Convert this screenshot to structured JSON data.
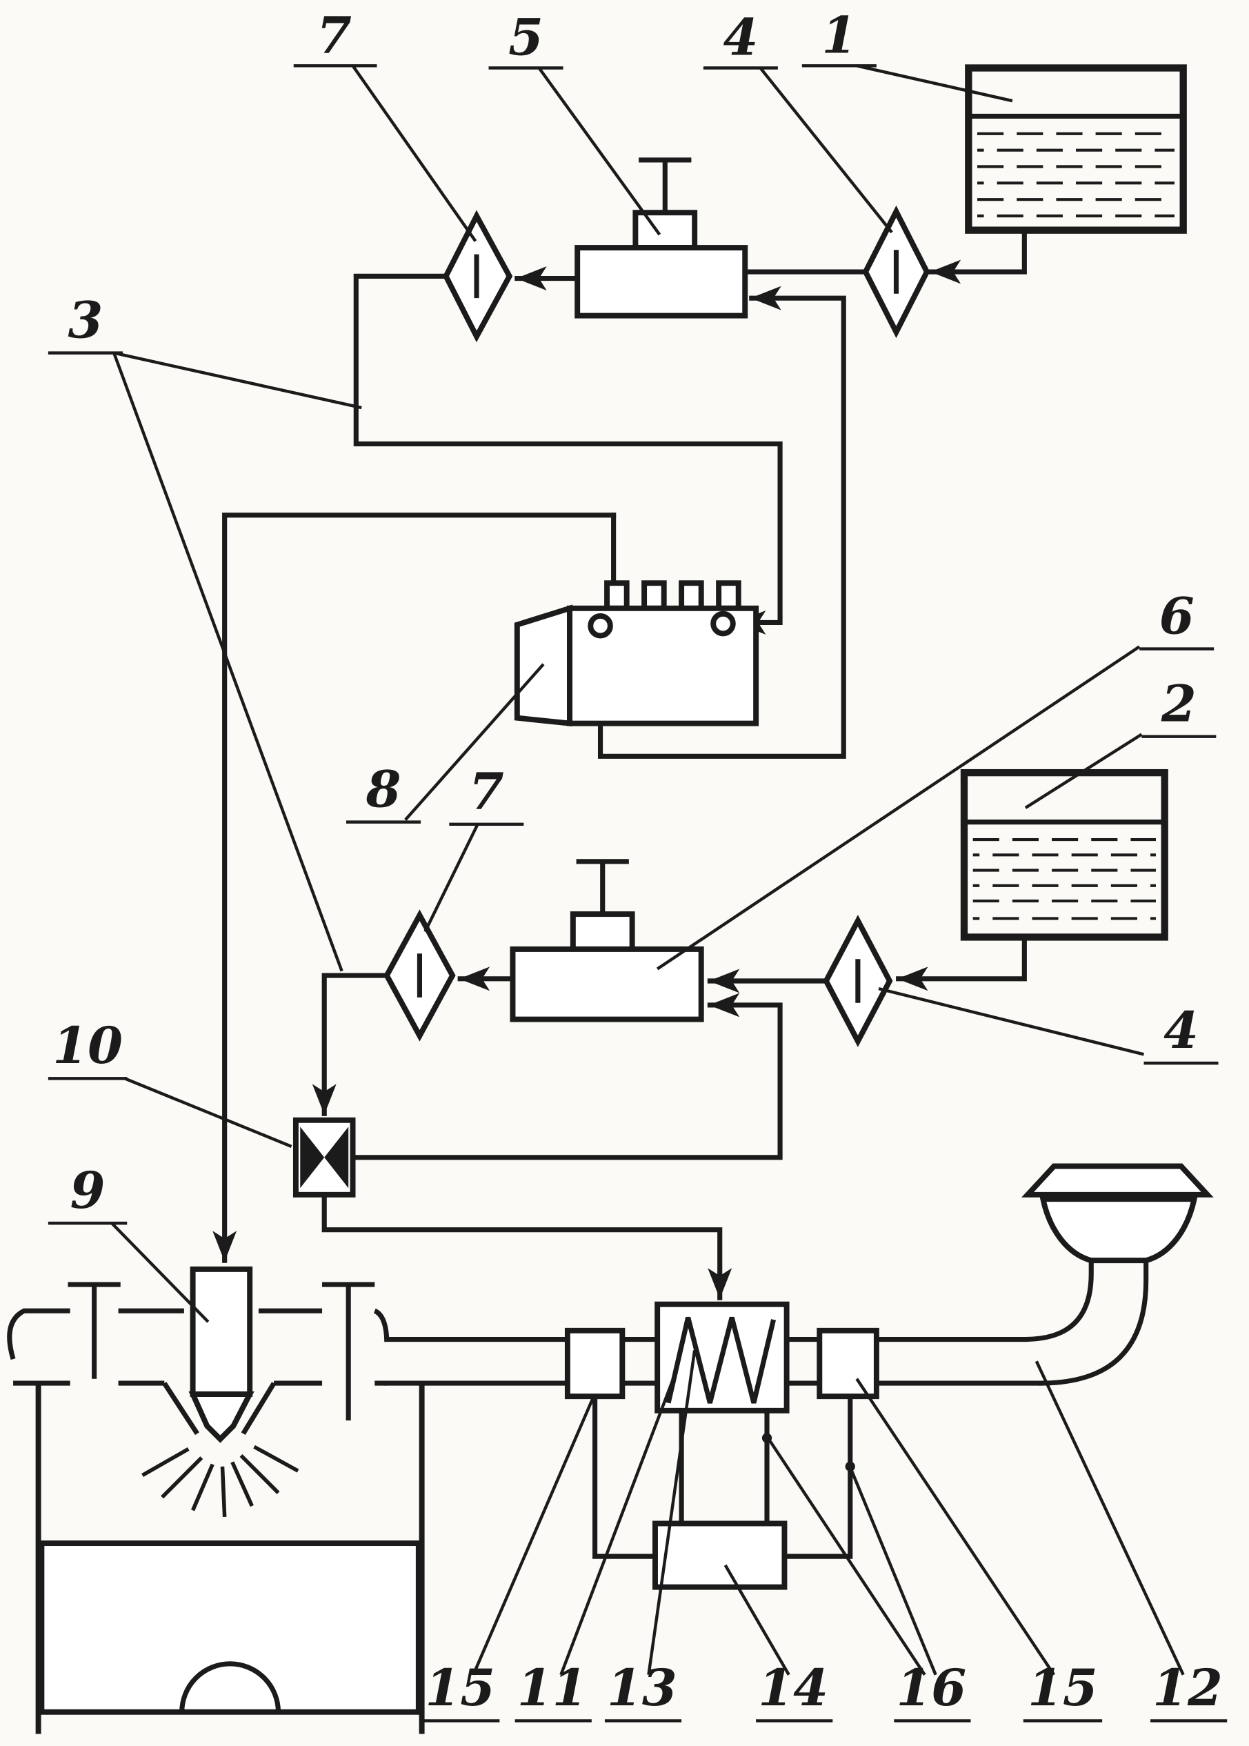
{
  "figure": {
    "type": "patent-style engine fuel system schematic",
    "labels": {
      "ref1": "1",
      "ref2": "2",
      "ref3": "3",
      "ref4_top": "4",
      "ref4_mid": "4",
      "ref5": "5",
      "ref6": "6",
      "ref7_top": "7",
      "ref7_mid": "7",
      "ref8": "8",
      "ref9": "9",
      "ref10": "10",
      "ref11": "11",
      "ref12": "12",
      "ref13": "13",
      "ref14": "14",
      "ref15_left": "15",
      "ref15_right": "15",
      "ref16": "16"
    }
  },
  "colors": {
    "ink": "#1b1b1b",
    "paper": "#fbfaf6"
  }
}
